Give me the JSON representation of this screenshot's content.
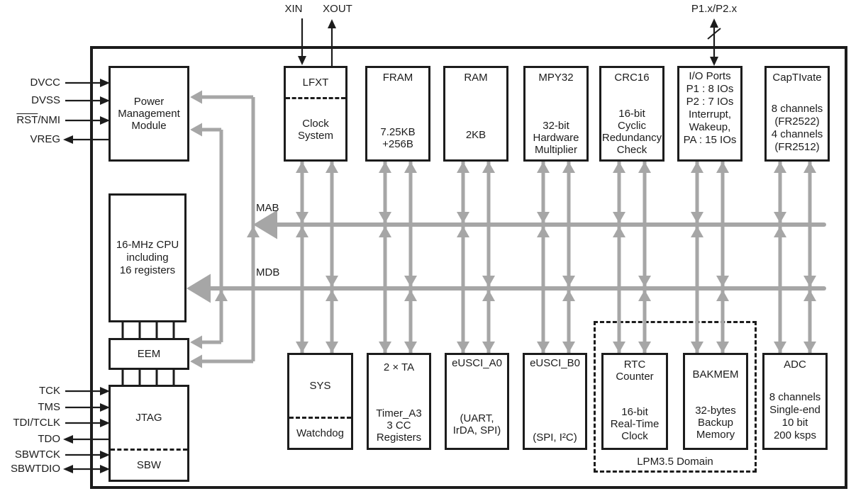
{
  "colors": {
    "line_black": "#1c1c1c",
    "bus_gray": "#a6a6a6"
  },
  "pins": {
    "xin": "XIN",
    "xout": "XOUT",
    "port": "P1.x/P2.x",
    "dvcc": "DVCC",
    "dvss": "DVSS",
    "rst": "RST",
    "nmi": "/NMI",
    "vreg": "VREG",
    "tck": "TCK",
    "tms": "TMS",
    "tdi_tclk": "TDI/TCLK",
    "tdo": "TDO",
    "sbwtck": "SBWTCK",
    "sbwtdio": "SBWTDIO"
  },
  "buses": {
    "mab": "MAB",
    "mdb": "MDB"
  },
  "blocks": {
    "pmm": {
      "title": "Power\nManagement\nModule"
    },
    "lfxt": {
      "top": "LFXT",
      "bottom": "Clock\nSystem"
    },
    "fram": {
      "title": "FRAM",
      "detail": "7.25KB\n+256B"
    },
    "ram": {
      "title": "RAM",
      "detail": "2KB"
    },
    "mpy32": {
      "title": "MPY32",
      "detail": "32-bit\nHardware\nMultiplier"
    },
    "crc16": {
      "title": "CRC16",
      "detail": "16-bit\nCyclic\nRedundancy\nCheck"
    },
    "io_ports": {
      "title": "I/O Ports",
      "detail": "P1 : 8 IOs\nP2 : 7 IOs\nInterrupt,\nWakeup,\nPA : 15 IOs"
    },
    "captivate": {
      "title": "CapTIvate",
      "detail": "8 channels\n(FR2522)\n4 channels\n(FR2512)"
    },
    "cpu": {
      "title": "16-MHz CPU\nincluding\n16 registers"
    },
    "eem": {
      "title": "EEM"
    },
    "jtag": {
      "top": "JTAG",
      "bottom": "SBW"
    },
    "sys": {
      "top": "SYS",
      "bottom": "Watchdog"
    },
    "timer_a": {
      "title": "2 × TA",
      "detail": "Timer_A3\n3 CC\nRegisters"
    },
    "eusci_a0": {
      "title": "eUSCI_A0",
      "detail": "(UART,\nIrDA, SPI)"
    },
    "eusci_b0": {
      "title": "eUSCI_B0",
      "detail": "(SPI, I²C)"
    },
    "rtc": {
      "title": "RTC\nCounter",
      "detail": "16-bit\nReal-Time\nClock"
    },
    "bakmem": {
      "title": "BAKMEM",
      "detail": "32-bytes\nBackup\nMemory"
    },
    "adc": {
      "title": "ADC",
      "detail": "8 channels\nSingle-end\n10 bit\n200 ksps"
    }
  },
  "domains": {
    "lpm": "LPM3.5 Domain"
  }
}
